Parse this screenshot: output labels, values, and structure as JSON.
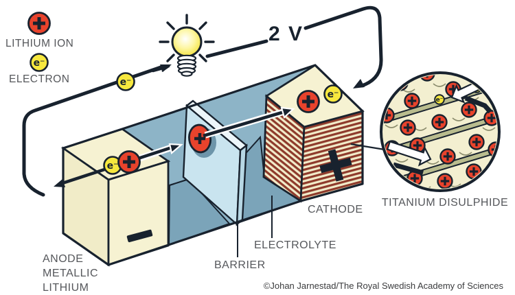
{
  "legend": {
    "lithium_ion_label": "LITHIUM ION",
    "electron_label": "ELECTRON"
  },
  "symbols": {
    "ion": "+",
    "electron": "e⁻"
  },
  "circuit": {
    "voltage": "2 V"
  },
  "battery": {
    "anode_label_lines": [
      "ANODE",
      "METALLIC",
      "LITHIUM"
    ],
    "barrier_label": "BARRIER",
    "electrolyte_label": "ELECTROLYTE",
    "cathode_label": "CATHODE",
    "anode_terminal": "−",
    "cathode_terminal": "+"
  },
  "inset": {
    "label": "TITANIUM DISULPHIDE"
  },
  "credit": "©Johan Jarnestad/The Royal Swedish Academy of Sciences",
  "colors": {
    "ion_red": "#e8432c",
    "electron_yellow": "#f7e83e",
    "anode_cream": "#f6f2d2",
    "electrolyte_blue": "#8db4c7",
    "electrolyte_blue_dark": "#7ba4b9",
    "barrier_blue": "#c9e4ef",
    "cathode_stripe_maroon": "#8e3a2b",
    "titanium_layer_olive": "#b9bc8e",
    "outline_dark": "#18222e",
    "label_gray": "#55575b"
  }
}
